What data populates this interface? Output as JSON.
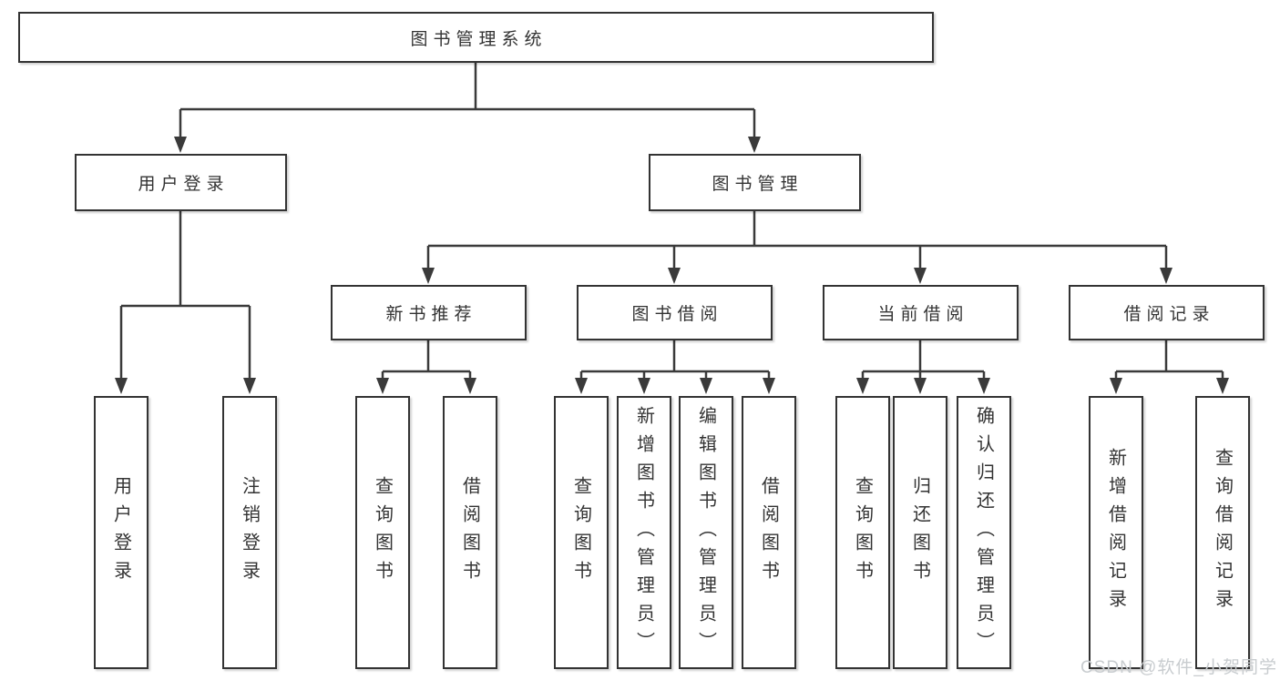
{
  "diagram": {
    "root": {
      "label": "图书管理系统"
    },
    "level1": {
      "user_login": {
        "label": "用户登录"
      },
      "book_management": {
        "label": "图书管理"
      }
    },
    "user_login_children": [
      "用户登录",
      "注销登录"
    ],
    "level2": [
      "新书推荐",
      "图书借阅",
      "当前借阅",
      "借阅记录"
    ],
    "new_book_children": [
      "查询图书",
      "借阅图书"
    ],
    "book_borrow_children": [
      "查询图书",
      "新增图书（管理员）",
      "编辑图书（管理员）",
      "借阅图书"
    ],
    "current_borrow_children": [
      "查询图书",
      "归还图书",
      "确认归还（管理员）"
    ],
    "record_children": [
      "新增借阅记录",
      "查询借阅记录"
    ]
  },
  "watermark": {
    "text": "CSDN @软件_小贺同学"
  },
  "colors": {
    "line": "#3a3a3a",
    "box_border": "#333333",
    "text": "#333333",
    "watermark": "#c8cccf",
    "background": "#ffffff"
  }
}
